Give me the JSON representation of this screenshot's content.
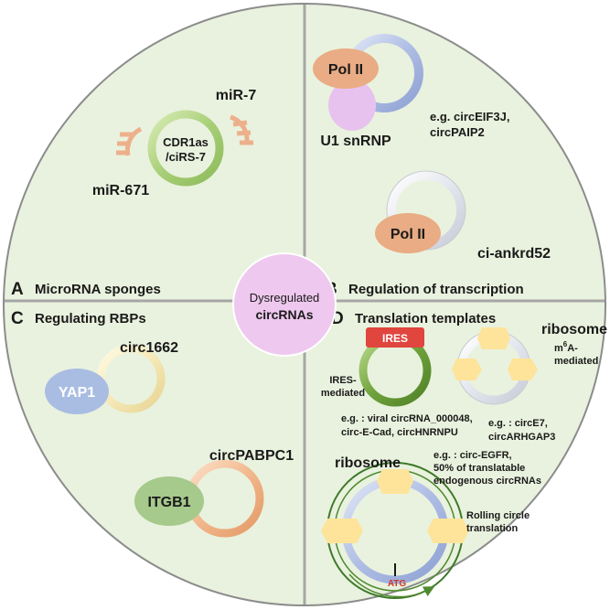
{
  "colors": {
    "panel": "#e9f2de",
    "divider": "#a6a6a6",
    "rim": "#8c8c8c",
    "center": "#eec8ee",
    "pol": "#e9ac84",
    "u1": "#e8c2ee",
    "yap": "#a9bde3",
    "itgb": "#a6c98c",
    "ribosome": "#fde49a",
    "ires": "#e0453e",
    "mirna": "#edb08c",
    "atg": "#d0392a"
  },
  "center": {
    "label_line1": "Dysregulated",
    "label_line2": "circRNAs"
  },
  "panel_a": {
    "letter": "A",
    "title": "MicroRNA sponges",
    "circ_line1": "CDR1as",
    "circ_line2": "/ciRS-7",
    "mir_top": "miR-7",
    "mir_left": "miR-671"
  },
  "panel_b": {
    "letter": "B",
    "title": "Regulation of transcription",
    "pol1": "Pol II",
    "u1": "U1 snRNP",
    "eg_line1": "e.g. circEIF3J,",
    "eg_line2": "circPAIP2",
    "pol2": "Pol II",
    "ci": "ci-ankrd52"
  },
  "panel_c": {
    "letter": "C",
    "title": "Regulating RBPs",
    "circ1": "circ1662",
    "yap": "YAP1",
    "circ2": "circPABPC1",
    "itgb": "ITGB1"
  },
  "panel_d": {
    "letter": "D",
    "title": "Translation templates",
    "ires_box": "IRES",
    "ires_med_line1": "IRES-",
    "ires_med_line2": "mediated",
    "ribosome_top": "ribosome",
    "m6a_line1": "m",
    "m6a_sup": "6",
    "m6a_line1b": "A-",
    "m6a_line2": "mediated",
    "eg_ires_line1": "e.g. : viral circRNA_000048,",
    "eg_ires_line2": "circ-E-Cad, circHNRNPU",
    "eg_m6a_line1": "e.g. : circE7,",
    "eg_m6a_line2": "circARHGAP3",
    "ribosome_bottom": "ribosome",
    "eg_roll_line1": "e.g. : circ-EGFR,",
    "eg_roll_line2": "50% of translatable",
    "eg_roll_line3": "endogenous circRNAs",
    "roll_line1": "Rolling circle",
    "roll_line2": "translation",
    "atg": "ATG"
  }
}
